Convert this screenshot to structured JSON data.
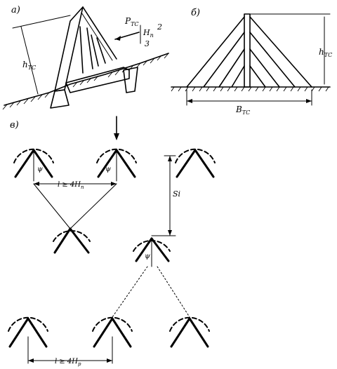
{
  "panels": {
    "a": {
      "letter": "а)",
      "h_label": "h",
      "h_sub": "TC",
      "p_label": "P",
      "p_sub": "TC",
      "h_n_label": "H",
      "h_n_sub": "n",
      "three": "3",
      "two": "2"
    },
    "b": {
      "letter": "б)",
      "h_label": "h",
      "h_sub": "TC",
      "b_label": "B",
      "b_sub": "TC"
    },
    "c": {
      "letter": "в)",
      "psi": "ψ",
      "l_top": "l ≥ 4H",
      "l_top_sub": "n",
      "l_bottom": "l ≥ 4H",
      "l_bottom_sub": "p",
      "si": "Si"
    }
  }
}
